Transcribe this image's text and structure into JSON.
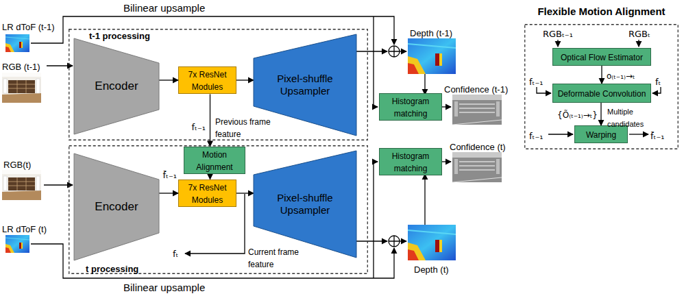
{
  "diagram": {
    "nodes": [
      {
        "text": [
          "t-1 processing"
        ]
      },
      {
        "text": [
          "Encoder"
        ],
        "in": 0
      },
      {
        "text": [
          "7x ResNet Modules"
        ],
        "in": 0
      },
      {
        "text": [
          "Pixel-shuffle Upsampler"
        ],
        "in": 0
      },
      {
        "text": [
          "Histogram matching"
        ]
      },
      {
        "text": [
          "t processing"
        ]
      },
      {
        "text": [
          "Motion Alignment"
        ],
        "in": 5
      },
      {
        "text": [
          "Encoder"
        ],
        "in": 5
      },
      {
        "text": [
          "7x ResNet Modules"
        ],
        "in": 5
      },
      {
        "text": [
          "Pixel-shuffle Upsampler"
        ],
        "in": 5
      },
      {
        "text": [
          "Histogram matching"
        ]
      },
      {
        "text": [
          "Flexible Motion Alignment"
        ]
      },
      {
        "text": [
          "Optical Flow Estimator"
        ],
        "in": 11
      },
      {
        "text": [
          "Deformable Convolution"
        ],
        "in": 11
      },
      {
        "text": [
          "Warping"
        ],
        "in": 11
      }
    ],
    "edges": [
      {
        "from": 1,
        "to": 2,
        "arrow": "to"
      },
      {
        "from": 2,
        "to": 3,
        "arrow": "to"
      },
      {
        "from": 2,
        "to": 6,
        "arrow": "to"
      },
      {
        "from": 6,
        "to": 8,
        "arrow": "to"
      },
      {
        "from": 7,
        "to": 8,
        "arrow": "to"
      },
      {
        "from": 8,
        "to": 9,
        "arrow": "to"
      },
      {
        "from": 12,
        "to": 13,
        "arrow": "to"
      },
      {
        "from": 13,
        "to": 14,
        "arrow": "to"
      }
    ],
    "labels": [
      "Bilinear upsample",
      "LR dToF (t-1)",
      "RGB (t-1)",
      "Previous frame feature",
      "fₜ₋₁",
      "Depth (t-1)",
      "Confidence (t-1)",
      "RGB(t)",
      "f̃ₜ₋₁",
      "Confidence (t)",
      "LR dToF (t)",
      "Current frame feature",
      "fₜ",
      "Depth (t)",
      "Bilinear upsample",
      "RGBₜ₋₁",
      "RGBₜ",
      "o₍ₜ₋₁₎→ₜ",
      "fₜ₋₁",
      "fₜ",
      "{Õ₍ₜ₋₁₎→ₜ}",
      "Multiple candidates",
      "fₜ₋₁",
      "f̃ₜ₋₁"
    ]
  }
}
